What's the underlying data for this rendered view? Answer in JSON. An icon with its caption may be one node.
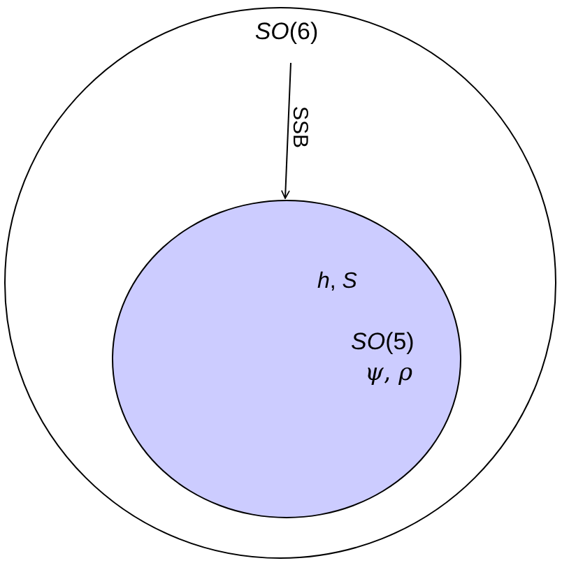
{
  "diagram": {
    "nodes": [
      {
        "text": [],
        "shape": "circle"
      },
      {
        "text": [
          "*SO*(6)"
        ],
        "in": 0
      },
      {
        "text": [
          "*h*, *S*",
          "*SO*(5)",
          "*ψ*, *ρ*"
        ],
        "in": 0
      }
    ],
    "edges": [
      {
        "from": 1,
        "to": 2,
        "arrow": "to",
        "label": "SSB"
      }
    ]
  }
}
